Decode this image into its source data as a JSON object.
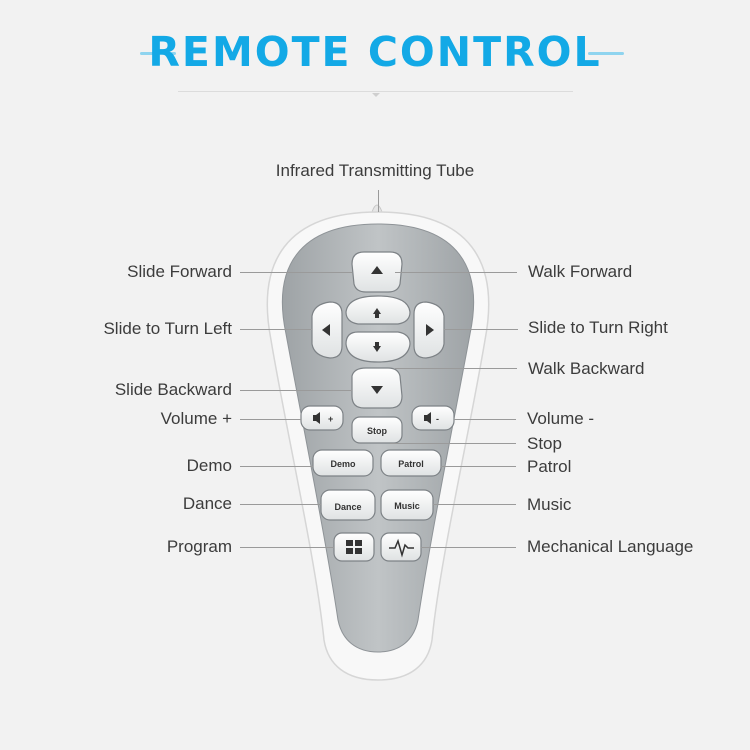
{
  "title": "REMOTE CONTROL",
  "labels": {
    "infrared_tube": "Infrared Transmitting Tube",
    "slide_forward": "Slide Forward",
    "walk_forward": "Walk Forward",
    "slide_turn_left": "Slide to Turn Left",
    "slide_turn_right": "Slide to Turn Right",
    "walk_backward": "Walk Backward",
    "slide_backward": "Slide Backward",
    "volume_plus": "Volume +",
    "volume_minus": "Volume -",
    "stop": "Stop",
    "demo": "Demo",
    "patrol": "Patrol",
    "dance": "Dance",
    "music": "Music",
    "program": "Program",
    "mechanical_language": "Mechanical Language"
  },
  "buttons": {
    "stop": "Stop",
    "demo": "Demo",
    "patrol": "Patrol",
    "dance": "Dance",
    "music": "Music",
    "vol_plus": "+",
    "vol_minus": "-"
  },
  "colors": {
    "accent": "#13a9e6",
    "remote_body": "#f7f7f7",
    "remote_panel": "#aeb2b5",
    "button": "#eef0f0"
  }
}
